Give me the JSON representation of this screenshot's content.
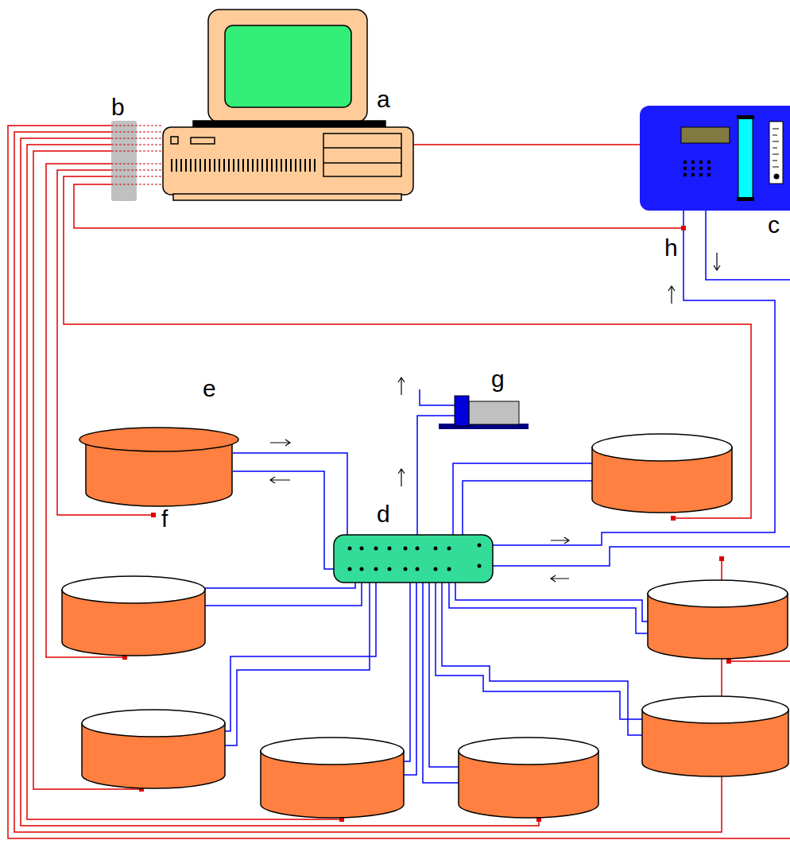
{
  "diagram": {
    "labels": [
      "b",
      "a",
      "c",
      "h",
      "e",
      "g",
      "d",
      "f"
    ]
  }
}
